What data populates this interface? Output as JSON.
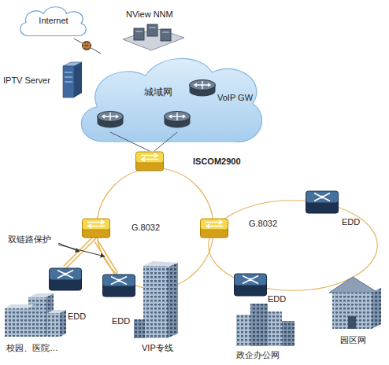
{
  "diagram": {
    "nodes": [
      {
        "text": [
          "Internet"
        ]
      },
      {
        "text": [
          "NView NNM"
        ]
      },
      {
        "text": [
          "IPTV Server"
        ]
      },
      {
        "text": [
          "城域网"
        ]
      },
      {
        "text": [
          "VoIP GW"
        ]
      },
      {
        "text": [
          "ISCOM2900"
        ]
      },
      {
        "text": [
          "G.8032"
        ]
      },
      {
        "text": [
          "G.8032"
        ]
      },
      {
        "text": [
          "EDD"
        ]
      },
      {
        "text": [
          "EDD"
        ]
      },
      {
        "text": [
          "EDD"
        ]
      },
      {
        "text": [
          "EDD"
        ]
      },
      {
        "text": [
          "校园、医院…"
        ]
      },
      {
        "text": [
          "VIP专线"
        ]
      },
      {
        "text": [
          "政企办公网"
        ]
      },
      {
        "text": [
          "园区网"
        ]
      }
    ],
    "edges": [
      {
        "from": 0,
        "to": 3,
        "arrow": "none"
      },
      {
        "from": 5,
        "to": 3,
        "arrow": "none"
      },
      {
        "from": 5,
        "to": 3,
        "arrow": "none"
      },
      {
        "from": 6,
        "to": 8,
        "arrow": "none"
      },
      {
        "from": 6,
        "to": 9,
        "arrow": "none"
      }
    ],
    "labels": [
      "双链路保护"
    ]
  }
}
